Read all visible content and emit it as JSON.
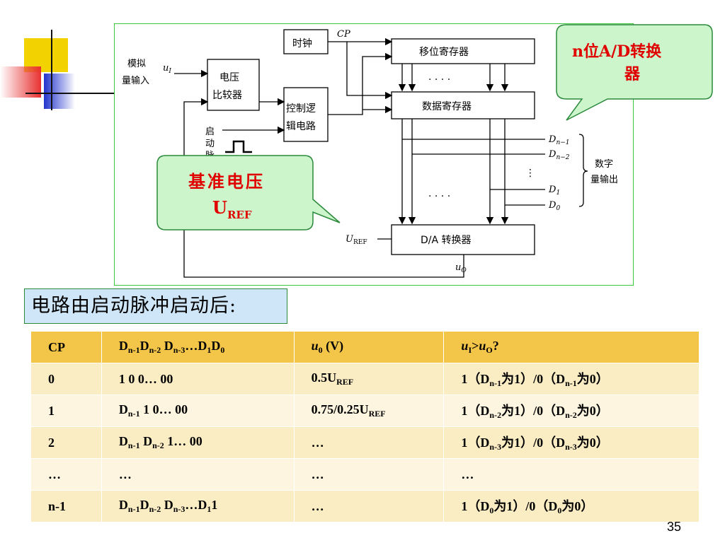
{
  "diagram": {
    "clock": "时钟",
    "cp": "CP",
    "shift_register": "移位寄存器",
    "data_register": "数据寄存器",
    "dots": ". . . .",
    "analog_in": [
      "模拟",
      "量输入"
    ],
    "u_i": "u",
    "u_i_sub": "I",
    "comparator": [
      "电压",
      "比较器"
    ],
    "control_logic": [
      "控制逻",
      "辑电路"
    ],
    "start_pulse": [
      "启",
      "动",
      "脉"
    ],
    "digital_out": [
      "数字",
      "量输出"
    ],
    "d_labels": [
      {
        "main": "D",
        "sub": "n−1"
      },
      {
        "main": "D",
        "sub": "n−2"
      },
      {
        "main": "D",
        "sub": "1"
      },
      {
        "main": "D",
        "sub": "0"
      }
    ],
    "uref_label": "U",
    "uref_sub": "REF",
    "da_converter": "D/A 转换器",
    "u_o": "u",
    "u_o_sub": "O"
  },
  "callouts": {
    "adc": [
      "n位A/D转换",
      "器"
    ],
    "vref_title": "基准电压",
    "vref_main": "U",
    "vref_sub": "REF"
  },
  "caption": "电路由启动脉冲启动后:",
  "table": {
    "headers": {
      "cp": "CP",
      "dseq": {
        "p1": "D",
        "s1": "n-1",
        "p2": "D",
        "s2": "n-2",
        "p3": " D",
        "s3": "n-3",
        "p4": "…D",
        "s4": "1",
        "p5": "D",
        "s5": "0"
      },
      "u0": {
        "main": "u",
        "sub": "0",
        "rest": " (V)"
      },
      "cmp": {
        "a": "u",
        "asub": "I",
        "mid": ">",
        "b": "u",
        "bsub": "O",
        "end": "?"
      }
    },
    "rows": [
      {
        "cp": "0",
        "d": {
          "p1": "1 0 0… 00"
        },
        "u0": {
          "main": "0.5U",
          "sub": "REF"
        },
        "cmp": {
          "a": "1（D",
          "asub": "n-1",
          "b": "为1）/0（D",
          "bsub": "n-1",
          "c": "为0）"
        }
      },
      {
        "cp": "1",
        "d": {
          "p1": "D",
          "s1": "n-1",
          "p2": " 1 0… 00"
        },
        "u0": {
          "main": "0.75/0.25U",
          "sub": "REF"
        },
        "cmp": {
          "a": "1（D",
          "asub": "n-2",
          "b": "为1）/0（D",
          "bsub": "n-2",
          "c": "为0）"
        }
      },
      {
        "cp": "2",
        "d": {
          "p1": "D",
          "s1": "n-1",
          "p2": " D",
          "s2": "n-2",
          "p3": " 1… 00"
        },
        "u0": {
          "main": "…",
          "sub": ""
        },
        "cmp": {
          "a": "1（D",
          "asub": "n-3",
          "b": "为1）/0（D",
          "bsub": "n-3",
          "c": "为0）"
        }
      },
      {
        "cp": "…",
        "d": {
          "p1": "…"
        },
        "u0": {
          "main": "…",
          "sub": ""
        },
        "cmp": {
          "a": "…",
          "asub": "",
          "b": "",
          "bsub": "",
          "c": ""
        }
      },
      {
        "cp": "n-1",
        "d": {
          "p1": "D",
          "s1": "n-1",
          "p2": "D",
          "s2": "n-2",
          "p3": " D",
          "s3": "n-3",
          "p4": "…D",
          "s4": "1",
          "p5": "1"
        },
        "u0": {
          "main": "…",
          "sub": ""
        },
        "cmp": {
          "a": "1（D",
          "asub": "0",
          "b": "为1）/0（D",
          "bsub": "0",
          "c": "为0）"
        }
      }
    ]
  },
  "page_number": "35",
  "colors": {
    "yellow": "#f2d200",
    "red": "#e02020",
    "blue": "#2233cc",
    "green_border": "#3cc83c",
    "table_header": "#f3c64a"
  }
}
